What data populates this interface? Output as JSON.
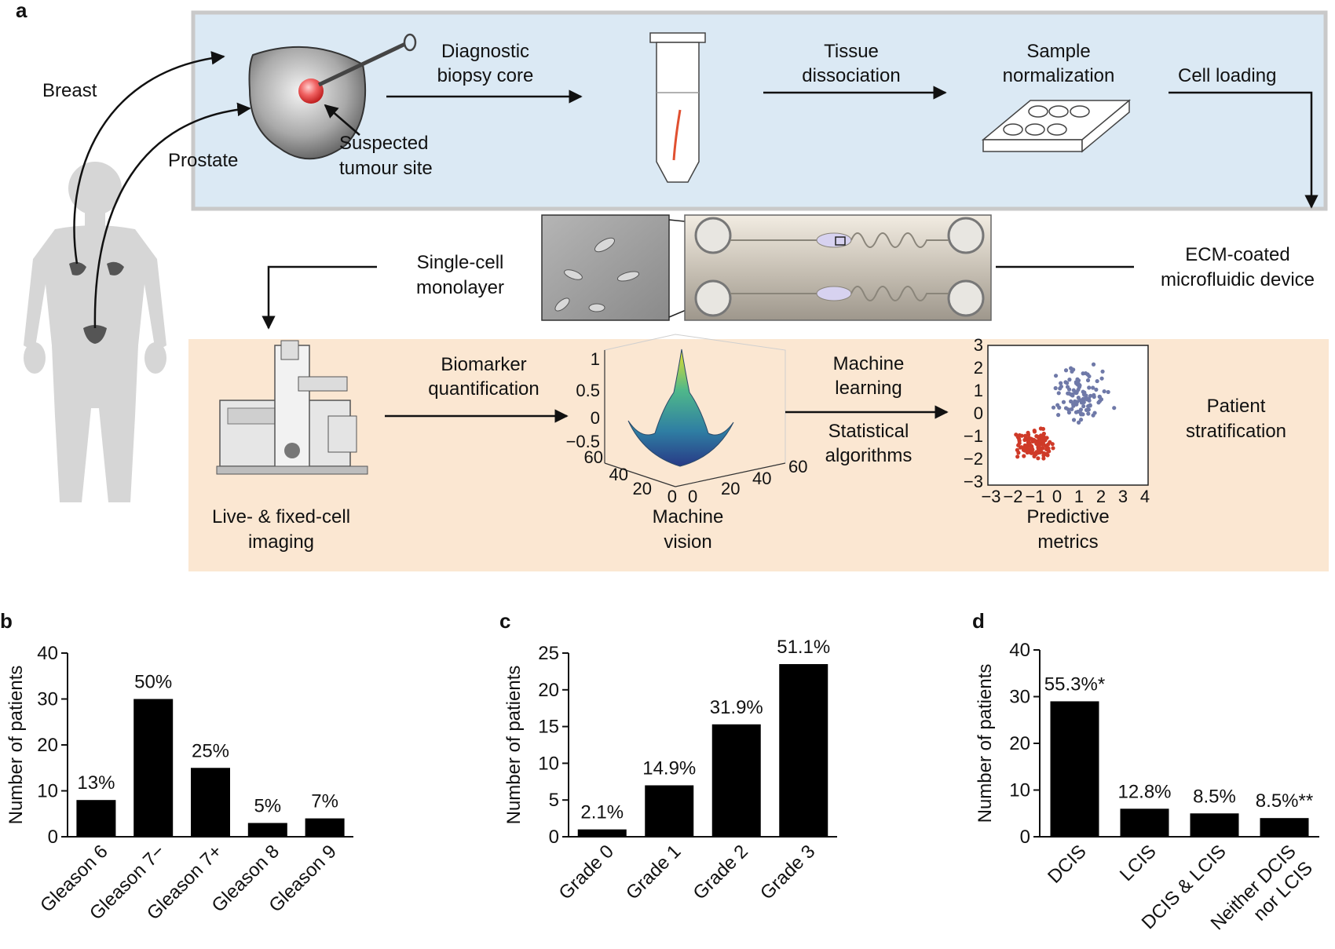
{
  "panel_a": {
    "letter": "a",
    "organs": {
      "breast": "Breast",
      "prostate": "Prostate"
    },
    "tumour_label": [
      "Suspected",
      "tumour site"
    ],
    "steps": {
      "biopsy": [
        "Diagnostic",
        "biopsy core"
      ],
      "dissociation": [
        "Tissue",
        "dissociation"
      ],
      "normalization": [
        "Sample",
        "normalization"
      ],
      "loading": "Cell loading",
      "monolayer": [
        "Single-cell",
        "monolayer"
      ],
      "device": [
        "ECM-coated",
        "microfluidic device"
      ],
      "imaging": [
        "Live- & fixed-cell",
        "imaging"
      ],
      "biomarker": [
        "Biomarker",
        "quantification"
      ],
      "vision": [
        "Machine",
        "vision"
      ],
      "ml": [
        "Machine",
        "learning"
      ],
      "stats": [
        "Statistical",
        "algorithms"
      ],
      "metrics": [
        "Predictive",
        "metrics"
      ],
      "stratification": [
        "Patient",
        "stratification"
      ]
    },
    "surface_ticks": {
      "z": [
        "1",
        "0.5",
        "0",
        "−0.5"
      ],
      "x": [
        "60",
        "40",
        "20",
        "0"
      ],
      "y": [
        "0",
        "20",
        "40",
        "60"
      ]
    },
    "scatter_ticks": {
      "y": [
        "3",
        "2",
        "1",
        "0",
        "−1",
        "−2",
        "−3"
      ],
      "x": [
        "−3",
        "−2",
        "−1",
        "0",
        "1",
        "2",
        "3",
        "4"
      ]
    },
    "colors": {
      "top_band": "#dbe9f4",
      "bottom_band": "#fbe7d2",
      "dot_blue": "#6f79a8",
      "dot_red": "#cf3a28"
    }
  },
  "chart_data": [
    {
      "panel": "b",
      "type": "bar",
      "ylabel": "Number of patients",
      "categories": [
        "Gleason 6",
        "Gleason 7−",
        "Gleason 7+",
        "Gleason 8",
        "Gleason 9"
      ],
      "values": [
        8,
        30,
        15,
        3,
        4
      ],
      "labels": [
        "13%",
        "50%",
        "25%",
        "5%",
        "7%"
      ],
      "ylim": [
        0,
        40
      ],
      "yticks": [
        "0",
        "10",
        "20",
        "30",
        "40"
      ]
    },
    {
      "panel": "c",
      "type": "bar",
      "ylabel": "Number of patients",
      "categories": [
        "Grade 0",
        "Grade 1",
        "Grade 2",
        "Grade 3"
      ],
      "values": [
        1,
        7,
        15.3,
        23.5
      ],
      "labels": [
        "2.1%",
        "14.9%",
        "31.9%",
        "51.1%"
      ],
      "ylim": [
        0,
        25
      ],
      "yticks": [
        "0",
        "5",
        "10",
        "15",
        "20",
        "25"
      ]
    },
    {
      "panel": "d",
      "type": "bar",
      "ylabel": "Number of patients",
      "categories": [
        "DCIS",
        "LCIS",
        "DCIS & LCIS",
        "Neither DCIS nor LCIS"
      ],
      "category_lines": [
        [
          "DCIS"
        ],
        [
          "LCIS"
        ],
        [
          "DCIS & LCIS"
        ],
        [
          "Neither DCIS",
          "nor LCIS"
        ]
      ],
      "values": [
        29,
        6,
        5,
        4
      ],
      "labels": [
        "55.3%*",
        "12.8%",
        "8.5%",
        "8.5%**"
      ],
      "ylim": [
        0,
        40
      ],
      "yticks": [
        "0",
        "10",
        "20",
        "30",
        "40"
      ]
    }
  ]
}
